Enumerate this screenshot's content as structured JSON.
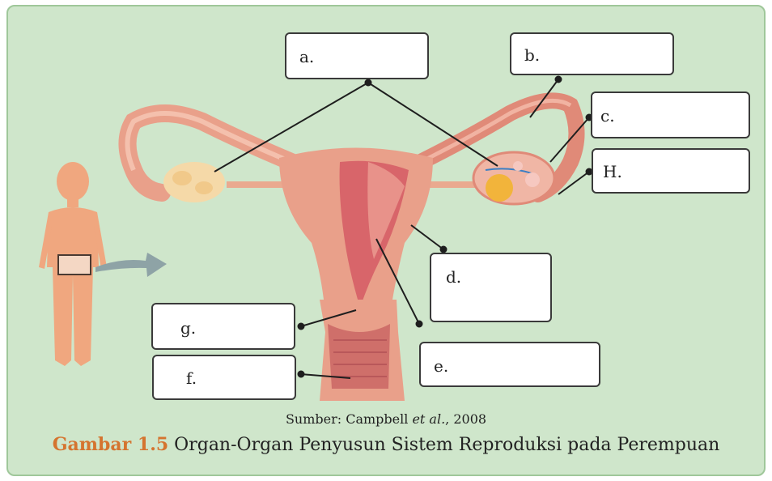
{
  "labels": {
    "a": "a.",
    "b": "b.",
    "c": "c.",
    "h": "H.",
    "d": "d.",
    "e": "e.",
    "g": "g.",
    "f": "f."
  },
  "caption": {
    "source_prefix": "Sumber: Campbell ",
    "source_italic": "et al.",
    "source_suffix": ", 2008",
    "figure_number": "Gambar 1.5",
    "figure_title": " Organ-Organ Penyusun  Sistem Reproduksi pada Perempuan"
  },
  "colors": {
    "background": "#cfe6cb",
    "figure_number": "#d5742f",
    "organ": "#e9a08a"
  }
}
